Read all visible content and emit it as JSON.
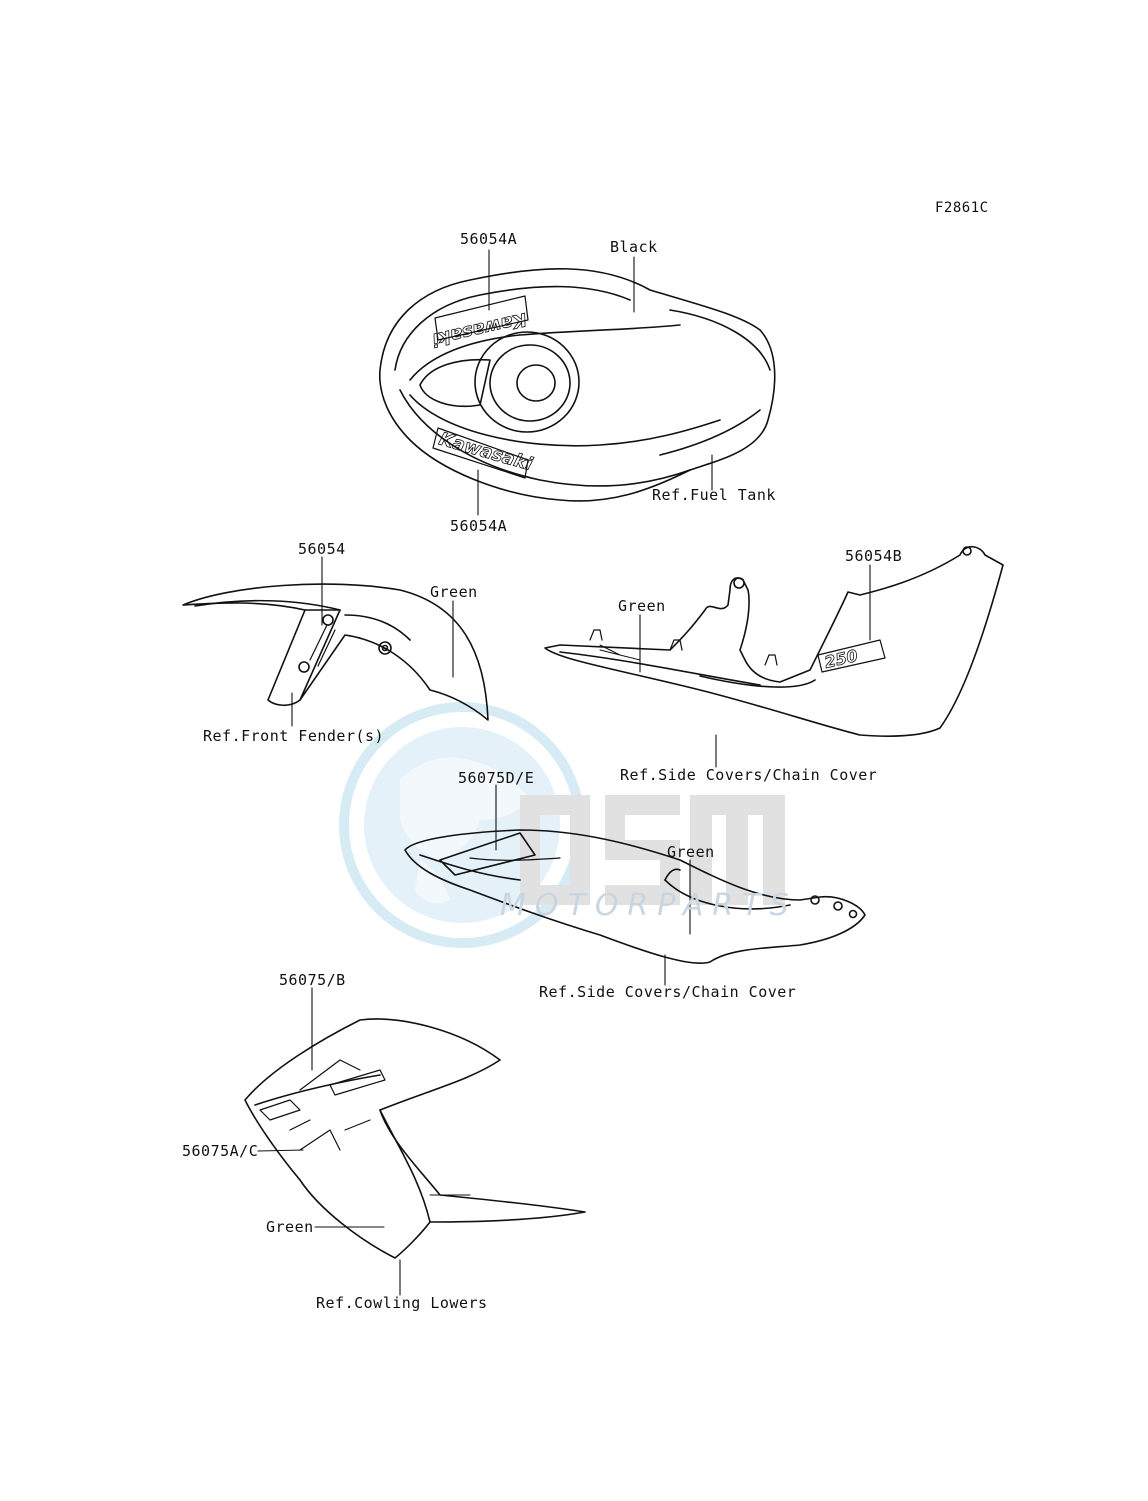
{
  "figure_code": "F2861C",
  "watermark": {
    "text": "MOTORPARTS",
    "logo_icon": "osm-globe-logo",
    "logo_text": "OSM"
  },
  "decal_texts": {
    "brand": "Kawasaki",
    "model": "250"
  },
  "labels": {
    "tank_top_part": "56054A",
    "tank_color": "Black",
    "tank_bottom_part": "56054A",
    "tank_ref": "Ref.Fuel Tank",
    "fender_part": "56054",
    "fender_color": "Green",
    "fender_ref": "Ref.Front Fender(s)",
    "side_cover_part": "56054B",
    "side_cover_color": "Green",
    "side_cover_ref": "Ref.Side Covers/Chain Cover",
    "seat_cover_part": "56075D/E",
    "seat_cover_color": "Green",
    "seat_cover_ref": "Ref.Side Covers/Chain Cover",
    "cowl_upper_part": "56075/B",
    "cowl_lower_part": "56075A/C",
    "cowl_color": "Green",
    "cowl_ref": "Ref.Cowling Lowers"
  }
}
